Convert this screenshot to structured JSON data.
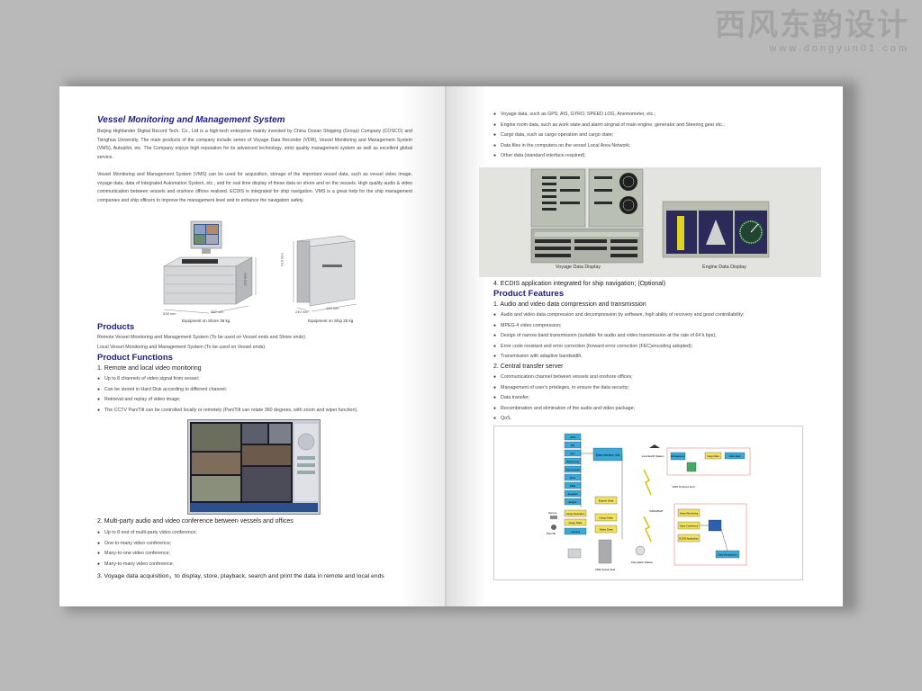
{
  "watermark": {
    "title": "西风东韵设计",
    "url": "www.dongyun01.com"
  },
  "left": {
    "title": "Vessel Monitoring and Management System",
    "intro_1": "Beijing Highlander Digital Record Tech. Co., Ltd is a high-tech enterprise mainly invested by China Ocean Shipping (Group) Company (COSCO) and Tsinghua University. The main products of the company include series of Voyage Data Recorder (VDR), Vessel Monitoring and Management System (VMS), Autopilot, etc. The Company enjoys high reputation for its advanced technology, strict quality management system as well as excellent global service.",
    "intro_2": "Vessel Monitoring and Management System (VMS) can be used for acquisition, storage of the important vessel data, such as vessel video image, voyage data, data of Integrated Automation System, etc., and for real time display of these data on shore and on the vessels. High quality audio & video communication between vessels and onshore offices realized. ECDIS is integrated for ship navigation. VMS is a great help for the ship management companies and ship officers to improve the management level and to enhance the navigation safety.",
    "equip_shore": {
      "caption": "Equipment on Shore  36 kg",
      "dim_w": "538 mm",
      "dim_d": "580 mm",
      "dim_h": "310 mm"
    },
    "equip_ship": {
      "caption": "Equipment on Ship  25 kg",
      "dim_w": "240 mm",
      "dim_d": "480 mm",
      "dim_h": "610 mm"
    },
    "products_heading": "Products",
    "products": [
      "Remote Vessel Monitoring and Management System (To be used on Vessel ends and Shore ends)",
      "Local Vessel Monitoring and Management System (To be used on Vessel ends)"
    ],
    "functions_heading": "Product Functions",
    "f1_heading": "1. Remote and local video monitoring",
    "f1_items": [
      "Up to 8 channels of video signal from vessel;",
      "Can be stored in Hard Disk according to different channel;",
      "Retrieval and replay of video image;",
      "The CCTV Pan/Tilt can be controlled locally or remotely (Pan/Tilt can rotate 360 degrees, with zoom and wiper function)."
    ],
    "f2_heading": "2. Multi-party audio and video conference between vessels and offices",
    "f2_items": [
      "Up to 8 end of multi-party video conference;",
      "One-to-many video conference;",
      "Many-to-one video conference;",
      "Many-to-many video conference."
    ],
    "f3_heading": "3. Voyage data acquisition，to display, store, playback, search and print the data in remote and local ends"
  },
  "right": {
    "top_items": [
      "Voyage data, such as GPS, AIS, GYRO, SPEED LOG, Anemometer, etc.;",
      "Engine room data, such as work state and alarm singnal of main engine, generator and Steering gear etc.;",
      "Cargo data, such as cargo operation and cargo state;",
      "Data files in the computers on the vessel Local Area Network;",
      "Other data (standard interface required)."
    ],
    "vdd_caption": "Voyage Data Display",
    "edd_caption": "Engine Data Display",
    "ecdis_line": "4. ECDIS application integrated for ship navigation; (Optional)",
    "features_heading": "Product Features",
    "pf1_heading": "1. Audio and video data compression and transmission",
    "pf1_items": [
      "Audio and video data compression and decompression by software, high ability of recovery and good controllability;",
      "MPEG-4 video compression;",
      "Design of narrow band transmission (suitable for audio and video transmission at the rate of 64 k bps);",
      "Error code resistant and error correction (forward error correction (FEC)encoding adopted);",
      "Transmission with adaptive bandwidth."
    ],
    "pf2_heading": "2. Central transfer server",
    "pf2_items": [
      "Communication channel between vessels and onshore offices;",
      "Management of user's  privileges, to ensure the data security;",
      "Data transfer;",
      "Recombination and elimination of the audio and video package;",
      "QoS."
    ],
    "diagram_labels": {
      "left_col": [
        "GPS",
        "AIS",
        "Gyro",
        "Speed Log",
        "Anemometer",
        "Echo",
        "DME",
        "Autopilot",
        "Engine"
      ],
      "comm_box": "Data Interface Unit",
      "mid_boxes": [
        "Engine Data",
        "Cargo Data",
        "Video Data"
      ],
      "small_boxes": [
        "Cargo Operation",
        "Cargo State",
        "Camera"
      ],
      "land_earth": "Land Earth Station",
      "inmarsat": "INMARSAT",
      "vms_onshore": "VMS Onshore End",
      "vms_vessel": "VMS Vessel End",
      "ship_earth": "Ship Earth Station",
      "pan_tilt": "Pan/Tilt",
      "sensor": "Sensor",
      "onshore_boxes": [
        "Vessel Monitoring",
        "Video Conference",
        "ECDIS Application",
        "Data Management"
      ],
      "top_boxes": [
        "Management",
        "Cargo Data",
        "Video Data"
      ]
    }
  }
}
